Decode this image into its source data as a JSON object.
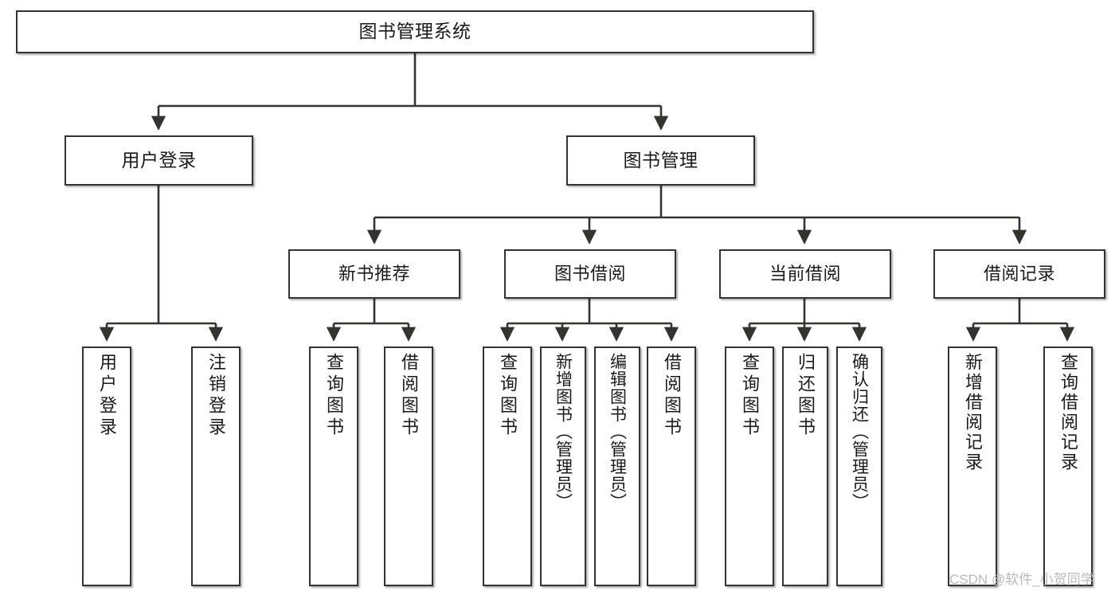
{
  "diagram": {
    "title": "图书管理系统",
    "watermark": "CSDN @软件_小贺同学",
    "stroke_color": "#33332f",
    "fill_color": "#ffffff",
    "text_color": "#1a1a1a",
    "watermark_color": "#b9b9b9"
  },
  "nodes": {
    "root": {
      "label": "图书管理系统"
    },
    "level2": [
      {
        "label": "用户登录"
      },
      {
        "label": "图书管理"
      }
    ],
    "level3": [
      {
        "label": "新书推荐"
      },
      {
        "label": "图书借阅"
      },
      {
        "label": "当前借阅"
      },
      {
        "label": "借阅记录"
      }
    ],
    "leaves": {
      "user_login": [
        {
          "label": "用户登录"
        },
        {
          "label": "注销登录"
        }
      ],
      "new_book_recommend": [
        {
          "label": "查询图书"
        },
        {
          "label": "借阅图书"
        }
      ],
      "book_borrow": [
        {
          "label": "查询图书"
        },
        {
          "label": "新增图书（管理员）"
        },
        {
          "label": "编辑图书（管理员）"
        },
        {
          "label": "借阅图书"
        }
      ],
      "current_borrow": [
        {
          "label": "查询图书"
        },
        {
          "label": "归还图书"
        },
        {
          "label": "确认归还（管理员）"
        }
      ],
      "borrow_record": [
        {
          "label": "新增借阅记录"
        },
        {
          "label": "查询借阅记录"
        }
      ]
    }
  }
}
